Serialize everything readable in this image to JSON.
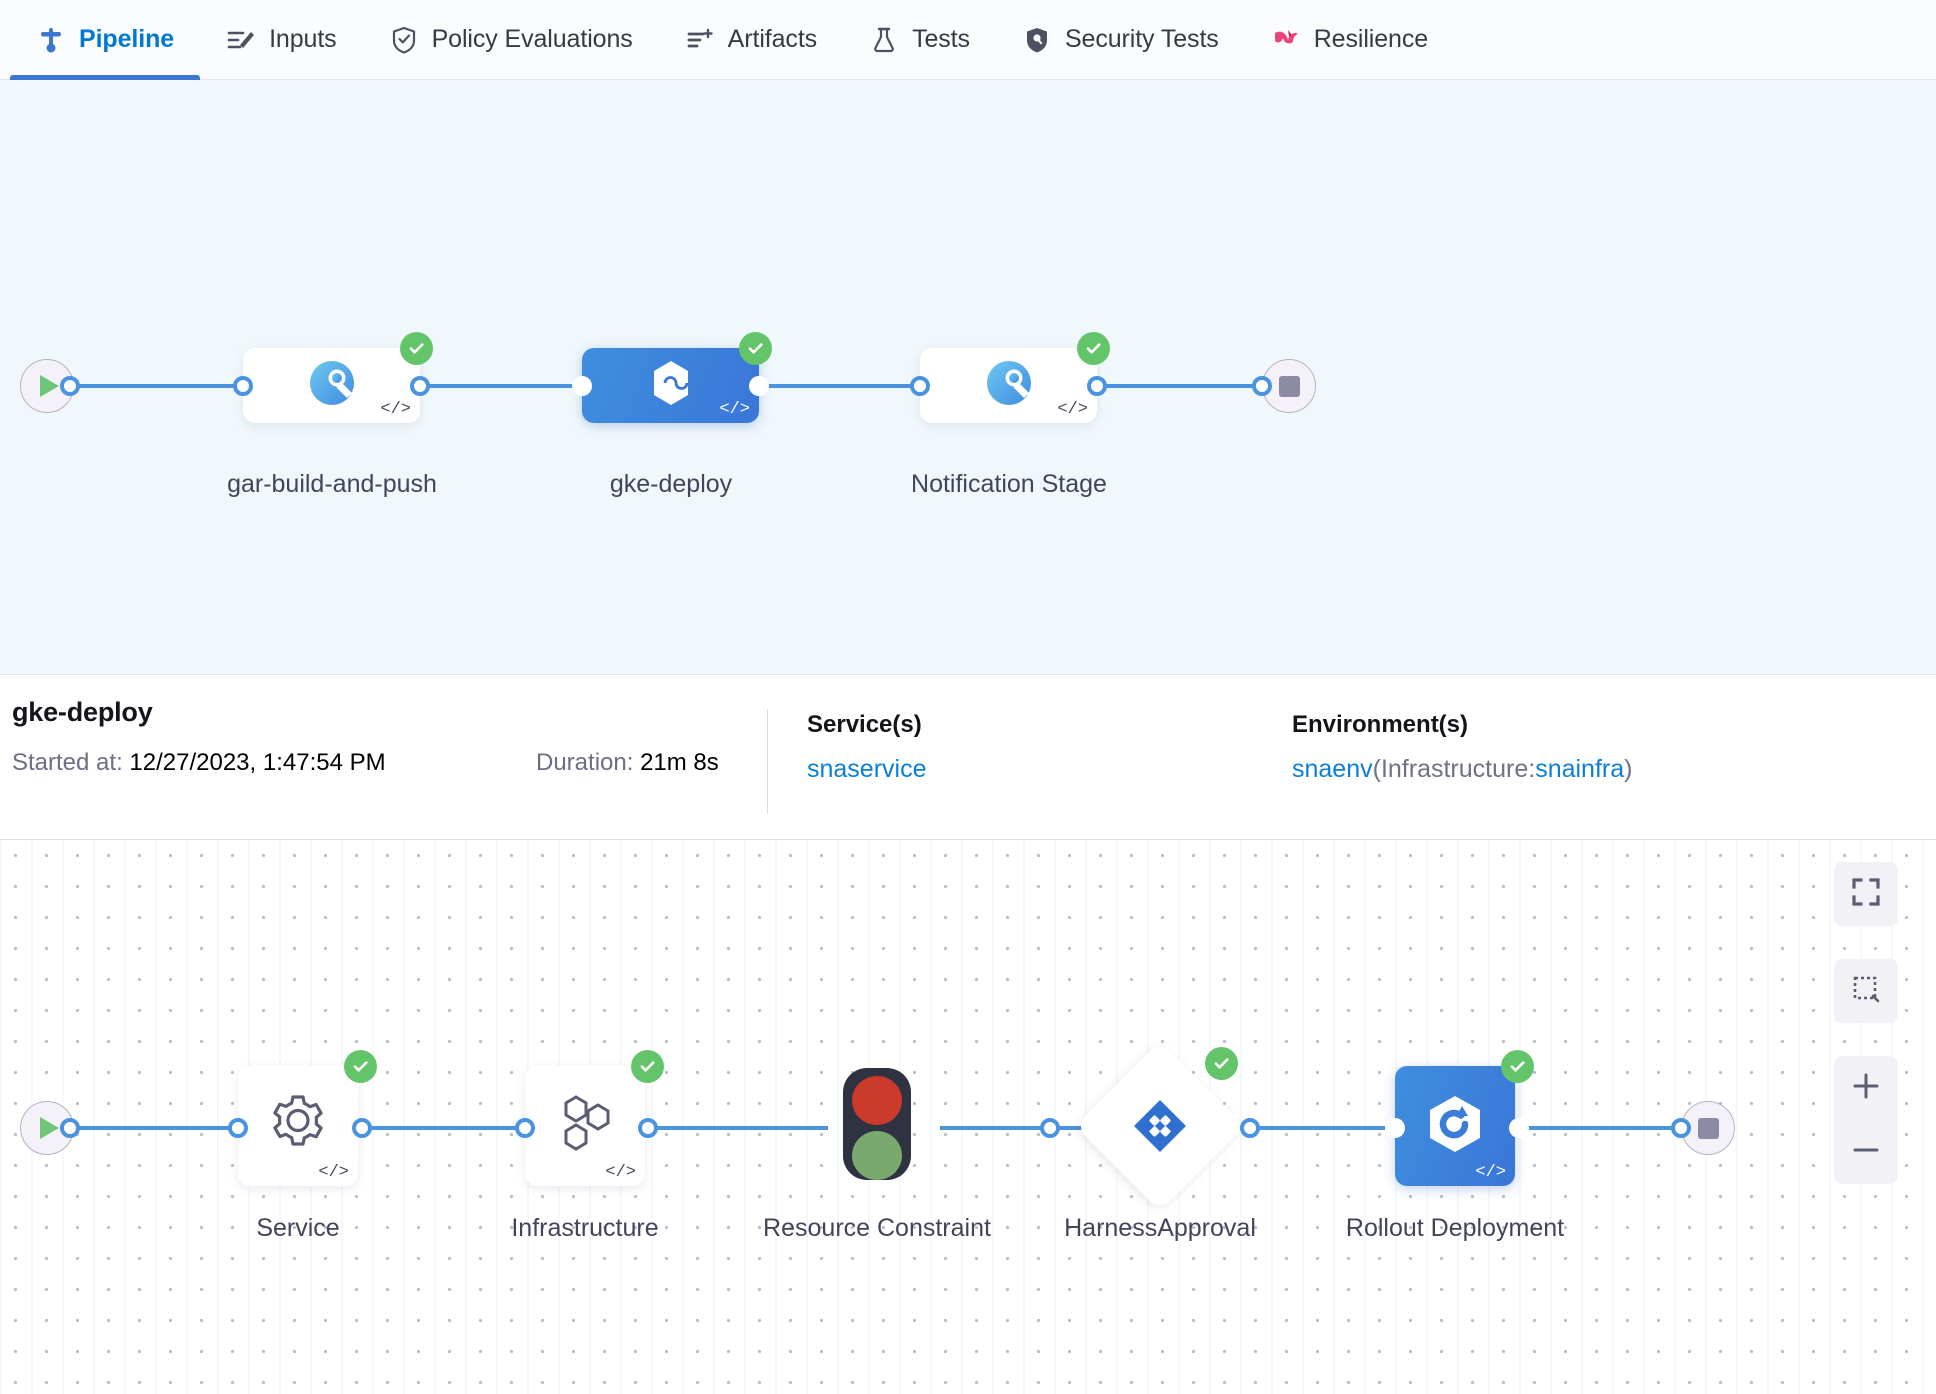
{
  "tabs": [
    {
      "label": "Pipeline",
      "icon": "pipeline-icon",
      "active": true
    },
    {
      "label": "Inputs",
      "icon": "inputs-icon",
      "active": false
    },
    {
      "label": "Policy Evaluations",
      "icon": "policy-shield-icon",
      "active": false
    },
    {
      "label": "Artifacts",
      "icon": "artifacts-list-icon",
      "active": false
    },
    {
      "label": "Tests",
      "icon": "test-flask-icon",
      "active": false
    },
    {
      "label": "Security Tests",
      "icon": "security-shield-icon",
      "active": false
    },
    {
      "label": "Resilience",
      "icon": "resilience-icon",
      "active": false
    }
  ],
  "colors": {
    "accent_blue": "#0278d5",
    "edge_blue": "#4a93e0",
    "success_green": "#64c46a",
    "node_blue": "#3a76d8",
    "canvas_top": "#f0f8fc",
    "resilience_pink": "#e8467c"
  },
  "pipeline": {
    "start_icon": "play-icon",
    "end_icon": "stop-icon",
    "stages": [
      {
        "name": "gar-build-and-push",
        "icon": "harness-ci-icon",
        "status": "success",
        "selected": false,
        "code": "</>"
      },
      {
        "name": "gke-deploy",
        "icon": "harness-cd-icon",
        "status": "success",
        "selected": true,
        "code": "</>"
      },
      {
        "name": "Notification Stage",
        "icon": "harness-ci-icon",
        "status": "success",
        "selected": false,
        "code": "</>"
      }
    ]
  },
  "detail": {
    "title": "gke-deploy",
    "started_label": "Started at:",
    "started_value": "12/27/2023, 1:47:54 PM",
    "duration_label": "Duration:",
    "duration_value": "21m 8s",
    "service_header": "Service(s)",
    "service_value": "snaservice",
    "env_header": "Environment(s)",
    "env_name": "snaenv",
    "env_infra_prefix": "(Infrastructure:",
    "env_infra_value": "snainfra",
    "env_infra_suffix": ")"
  },
  "stage_graph": {
    "start_icon": "play-icon",
    "end_icon": "stop-icon",
    "steps": [
      {
        "name": "Service",
        "icon": "gear-icon",
        "shape": "square",
        "status": "success",
        "code": "</>"
      },
      {
        "name": "Infrastructure",
        "icon": "hexagon-cluster-icon",
        "shape": "square",
        "status": "success",
        "code": "</>"
      },
      {
        "name": "Resource Constraint",
        "icon": "traffic-light-icon",
        "shape": "traffic",
        "status": "none",
        "code": ""
      },
      {
        "name": "HarnessApproval",
        "icon": "approval-diamond-icon",
        "shape": "diamond",
        "status": "success",
        "code": ""
      },
      {
        "name": "Rollout Deployment",
        "icon": "rollout-k8s-icon",
        "shape": "square-blue",
        "status": "success",
        "code": "</>"
      }
    ]
  },
  "zoom_controls": [
    {
      "name": "fit-screen-button",
      "icon": "fit-screen-icon"
    },
    {
      "name": "select-area-button",
      "icon": "dashed-square-icon"
    },
    {
      "name": "zoom-in-button",
      "icon": "plus-icon"
    },
    {
      "name": "zoom-out-button",
      "icon": "minus-icon"
    }
  ]
}
